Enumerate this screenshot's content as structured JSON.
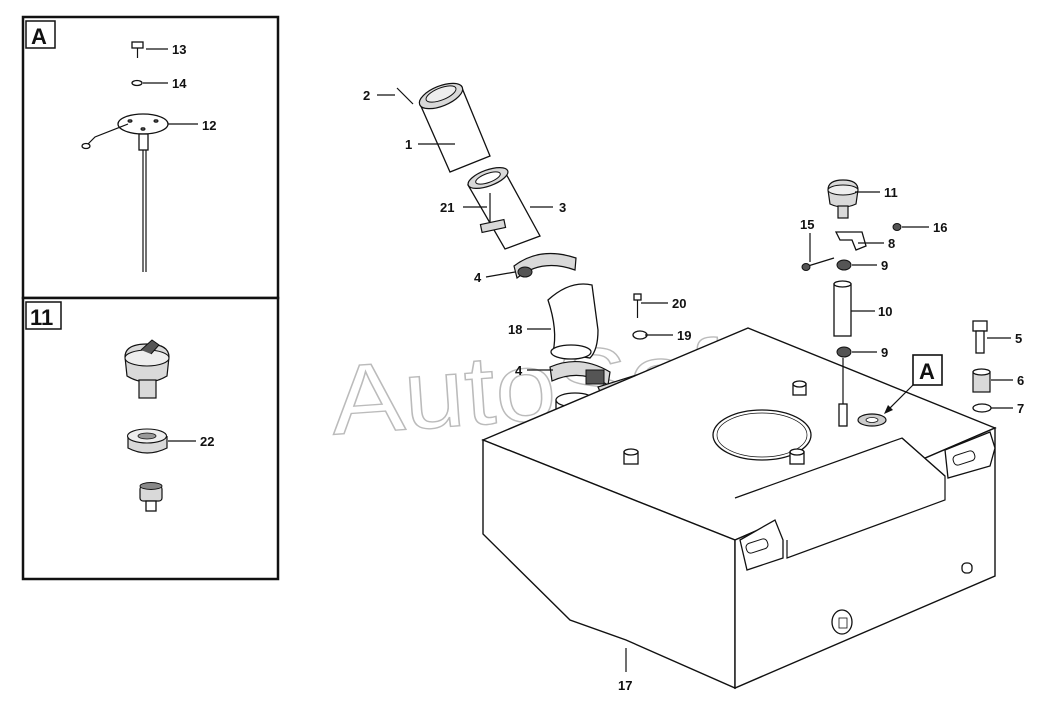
{
  "watermark": "AutoSoft",
  "panels": {
    "top_tag": "A",
    "bottom_tag": "11"
  },
  "detail_tag": "A",
  "callouts": {
    "p1": "1",
    "p2": "2",
    "p3": "3",
    "p4a": "4",
    "p4b": "4",
    "p5": "5",
    "p6": "6",
    "p7": "7",
    "p8": "8",
    "p9a": "9",
    "p9b": "9",
    "p10": "10",
    "p11": "11",
    "p12": "12",
    "p13": "13",
    "p14": "14",
    "p15": "15",
    "p16": "16",
    "p17": "17",
    "p18": "18",
    "p19": "19",
    "p20": "20",
    "p21": "21",
    "p22": "22"
  }
}
